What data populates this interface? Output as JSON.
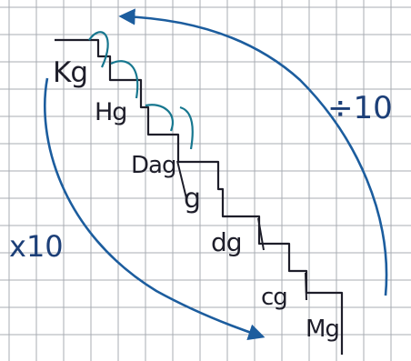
{
  "diagram": {
    "units": [
      {
        "label": "Kg"
      },
      {
        "label": "Hg"
      },
      {
        "label": "Dag"
      },
      {
        "label": "g"
      },
      {
        "label": "dg"
      },
      {
        "label": "cg"
      },
      {
        "label": "Mg"
      }
    ],
    "left_annotation": "x10",
    "right_annotation": "÷10",
    "colors": {
      "paper": "#ffffff",
      "grid": "#a9acb3",
      "ink": "#1e1e2a",
      "arrow": "#1c5d9e",
      "arrow_small": "#17778f"
    }
  }
}
